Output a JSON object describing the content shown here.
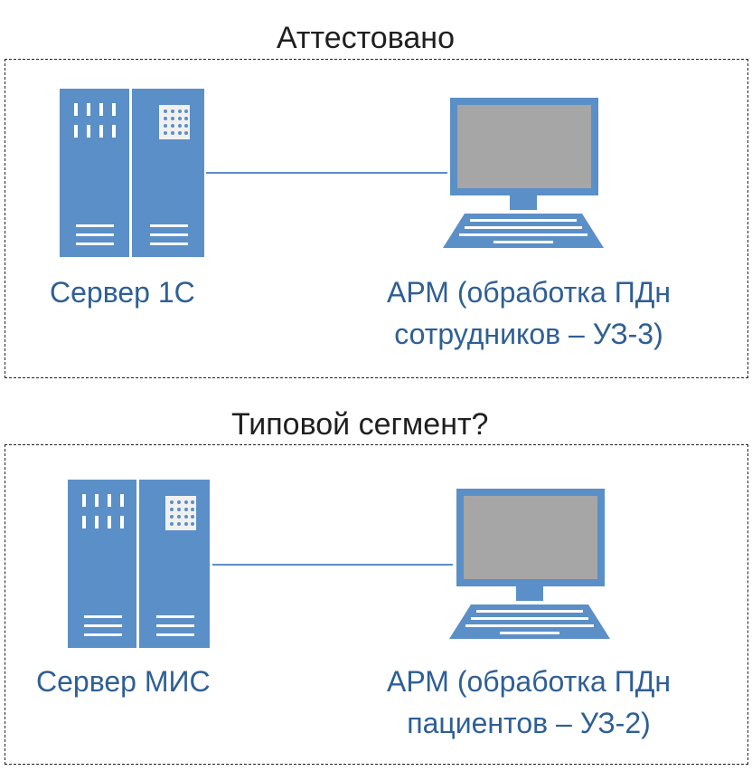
{
  "colors": {
    "server_blue": "#5b8fc7",
    "monitor_frame": "#5b8fc7",
    "screen_gray": "#a6a6a6",
    "label_blue": "#2e5f95",
    "text_dark": "#1f1f1f"
  },
  "top_segment": {
    "title": "Аттестовано",
    "server": {
      "icon": "server-rack-icon",
      "label": "Сервер 1С"
    },
    "workstation": {
      "icon": "desktop-computer-icon",
      "label_line1": "АРМ (обработка ПДн",
      "label_line2": "сотрудников – УЗ-3)"
    }
  },
  "bottom_segment": {
    "title": "Типовой сегмент?",
    "server": {
      "icon": "server-rack-icon",
      "label": "Сервер МИС"
    },
    "workstation": {
      "icon": "desktop-computer-icon",
      "label_line1": "АРМ (обработка ПДн",
      "label_line2": "пациентов – УЗ-2)"
    }
  }
}
